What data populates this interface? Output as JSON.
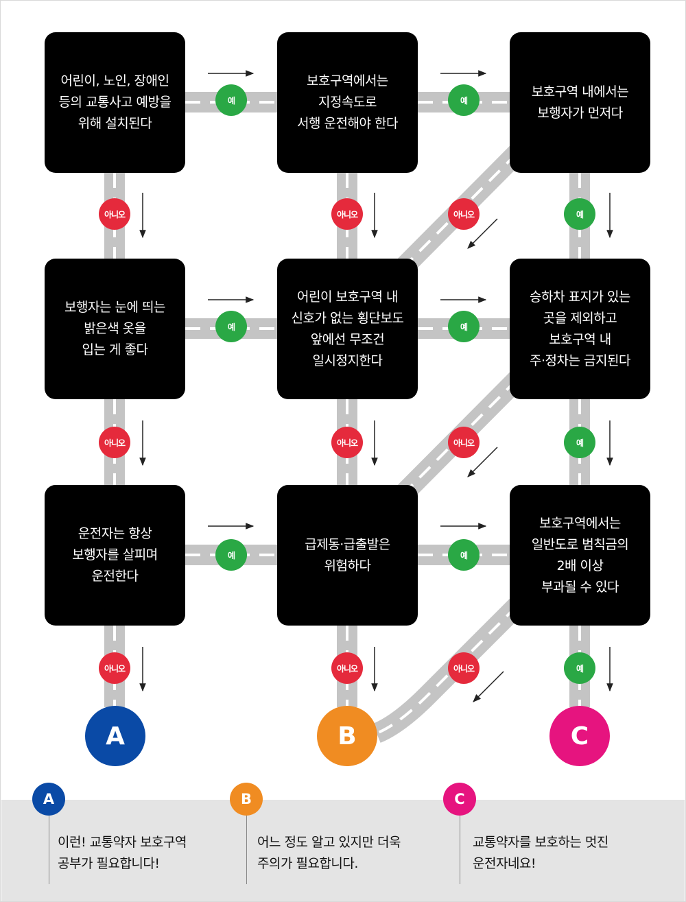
{
  "boxes": [
    {
      "id": "r1c1",
      "text": "어린이, 노인, 장애인\n등의 교통사고 예방을\n위해 설치된다"
    },
    {
      "id": "r1c2",
      "text": "보호구역에서는\n지정속도로\n서행 운전해야 한다"
    },
    {
      "id": "r1c3",
      "text": "보호구역 내에서는\n보행자가 먼저다"
    },
    {
      "id": "r2c1",
      "text": "보행자는 눈에 띄는\n밝은색 옷을\n입는 게 좋다"
    },
    {
      "id": "r2c2",
      "text": "어린이 보호구역 내\n신호가 없는 횡단보도\n앞에선 무조건\n일시정지한다"
    },
    {
      "id": "r2c3",
      "text": "승하차 표지가 있는\n곳을 제외하고\n보호구역 내\n주·정차는 금지된다"
    },
    {
      "id": "r3c1",
      "text": "운전자는 항상\n보행자를 살피며\n운전한다"
    },
    {
      "id": "r3c2",
      "text": "급제동·급출발은\n위험하다"
    },
    {
      "id": "r3c3",
      "text": "보호구역에서는\n일반도로 범칙금의\n2배 이상\n부과될 수 있다"
    }
  ],
  "labels": {
    "yes": "예",
    "no": "아니오"
  },
  "endpoints": [
    {
      "letter": "A",
      "color": "#0a4aa6"
    },
    {
      "letter": "B",
      "color": "#f08c22"
    },
    {
      "letter": "C",
      "color": "#e6147f"
    }
  ],
  "results": [
    {
      "letter": "A",
      "color": "#0a4aa6",
      "text": "이런! 교통약자 보호구역\n공부가 필요합니다!"
    },
    {
      "letter": "B",
      "color": "#f08c22",
      "text": "어느 정도 알고 있지만 더욱\n주의가 필요합니다."
    },
    {
      "letter": "C",
      "color": "#e6147f",
      "text": "교통약자를 보호하는 멋진\n운전자네요!"
    }
  ]
}
